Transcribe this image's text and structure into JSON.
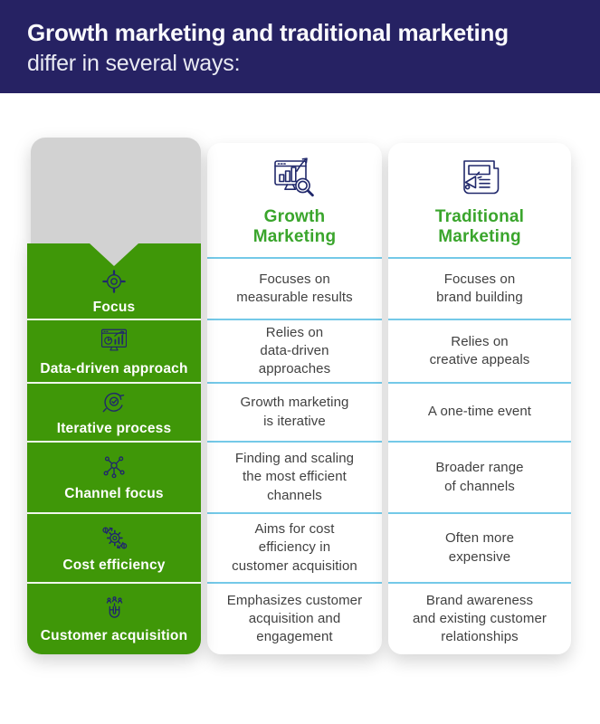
{
  "header": {
    "title_bold": "Growth marketing and traditional marketing",
    "title_rest": "differ in several ways:"
  },
  "columns": {
    "growth": {
      "label": "Growth\nMarketing",
      "icon": "growth-chart-magnifier-icon"
    },
    "traditional": {
      "label": "Traditional\nMarketing",
      "icon": "newspaper-megaphone-icon"
    }
  },
  "rows": [
    {
      "label": "Focus",
      "icon": "target-icon",
      "growth": "Focuses on\nmeasurable results",
      "traditional": "Focuses on\nbrand building"
    },
    {
      "label": "Data-driven approach",
      "icon": "analytics-monitor-icon",
      "growth": "Relies on\ndata-driven\napproaches",
      "traditional": "Relies on\ncreative appeals"
    },
    {
      "label": "Iterative process",
      "icon": "iteration-loop-icon",
      "growth": "Growth marketing\nis iterative",
      "traditional": "A one-time event"
    },
    {
      "label": "Channel focus",
      "icon": "network-nodes-icon",
      "growth": "Finding and scaling\nthe most efficient\nchannels",
      "traditional": "Broader range\nof channels"
    },
    {
      "label": "Cost efficiency",
      "icon": "gear-coins-icon",
      "growth": "Aims for cost\nefficiency in\ncustomer acquisition",
      "traditional": "Often more\nexpensive"
    },
    {
      "label": "Customer acquisition",
      "icon": "magnet-people-icon",
      "growth": "Emphasizes customer\nacquisition and\nengagement",
      "traditional": "Brand awareness\nand existing customer\nrelationships"
    }
  ],
  "colors": {
    "navy": "#262263",
    "icon_navy": "#20286b",
    "green_col": "#3f9708",
    "green_text": "#3aa52c",
    "gray_cap": "#d2d2d2",
    "divider": "#74c9e8",
    "cell_text": "#414141"
  }
}
